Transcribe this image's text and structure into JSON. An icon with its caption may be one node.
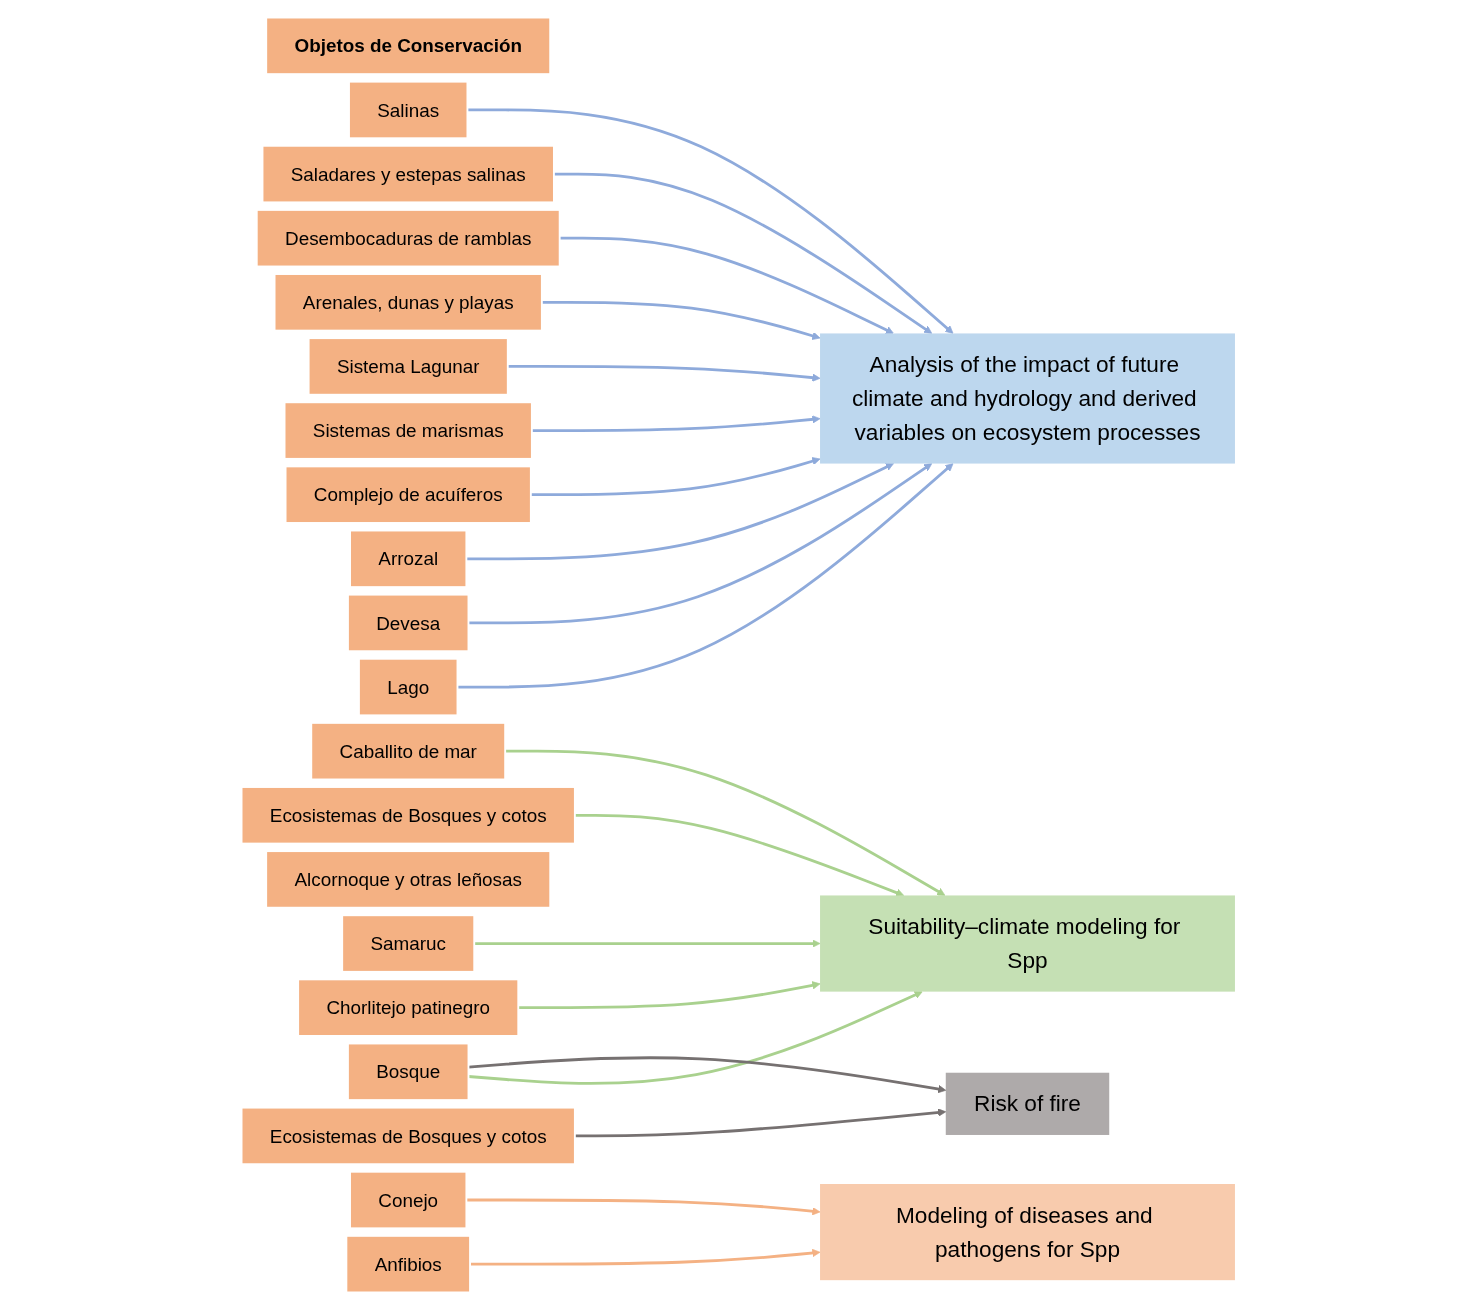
{
  "diagram": {
    "nodes": [
      {
        "text": [
          "Objetos de Conservación"
        ]
      },
      {
        "text": [
          "Lago"
        ]
      },
      {
        "text": [
          "Devesa"
        ]
      },
      {
        "text": [
          "Chorlitejo patinegro"
        ]
      },
      {
        "text": [
          "Bosque"
        ]
      },
      {
        "text": [
          "Arrozal"
        ]
      },
      {
        "text": [
          "Samaruc"
        ]
      },
      {
        "text": [
          "Complejo de acuíferos"
        ]
      },
      {
        "text": [
          "Anfibios"
        ]
      },
      {
        "text": [
          "Sistemas de marismas"
        ]
      },
      {
        "text": [
          "Ecosistemas de Bosques y cotos"
        ]
      },
      {
        "text": [
          "Ecosistemas de Bosques y cotos"
        ]
      },
      {
        "text": [
          "Conejo"
        ]
      },
      {
        "text": [
          "Alcornoque y otras leñosas"
        ]
      },
      {
        "text": [
          "Sistema Lagunar"
        ]
      },
      {
        "text": [
          "Caballito de mar"
        ]
      },
      {
        "text": [
          "Arenales, dunas y playas"
        ]
      },
      {
        "text": [
          "Desembocaduras de ramblas"
        ]
      },
      {
        "text": [
          "Saladares y estepas salinas"
        ]
      },
      {
        "text": [
          "Salinas"
        ]
      },
      {
        "text": [
          "Analysis of the impact of future climate and hydrology and derived variables on ecosystem processes"
        ]
      },
      {
        "text": [
          "Suitability–climate modeling for Spp"
        ]
      },
      {
        "text": [
          "Modeling of diseases and pathogens for Spp"
        ]
      },
      {
        "text": [
          "Risk of fire"
        ]
      }
    ],
    "edges": [
      {
        "from": 1,
        "to": 20,
        "arrow": "to"
      },
      {
        "from": 2,
        "to": 20,
        "arrow": "to"
      },
      {
        "from": 3,
        "to": 21,
        "arrow": "to",
        "color": "#a9d18e"
      },
      {
        "from": 4,
        "to": 21,
        "arrow": "to",
        "color": "#a9d18e"
      },
      {
        "from": 4,
        "to": 23,
        "arrow": "to",
        "color": "#767171"
      },
      {
        "from": 5,
        "to": 20,
        "arrow": "to"
      },
      {
        "from": 6,
        "to": 21,
        "arrow": "to",
        "color": "#a9d18e"
      },
      {
        "from": 7,
        "to": 20,
        "arrow": "to"
      },
      {
        "from": 8,
        "to": 22,
        "arrow": "to",
        "color": "#f4b183"
      },
      {
        "from": 9,
        "to": 20,
        "arrow": "to"
      },
      {
        "from": 10,
        "to": 21,
        "arrow": "to",
        "color": "#a9d18e"
      },
      {
        "from": 11,
        "to": 23,
        "arrow": "to",
        "color": "#767171"
      },
      {
        "from": 12,
        "to": 22,
        "arrow": "to",
        "color": "#f4b183"
      },
      {
        "from": 14,
        "to": 20,
        "arrow": "to"
      },
      {
        "from": 15,
        "to": 21,
        "arrow": "to",
        "color": "#a9d18e"
      },
      {
        "from": 16,
        "to": 20,
        "arrow": "to"
      },
      {
        "from": 17,
        "to": 20,
        "arrow": "to"
      },
      {
        "from": 18,
        "to": 20,
        "arrow": "to"
      },
      {
        "from": 19,
        "to": 20,
        "arrow": "to"
      }
    ]
  }
}
